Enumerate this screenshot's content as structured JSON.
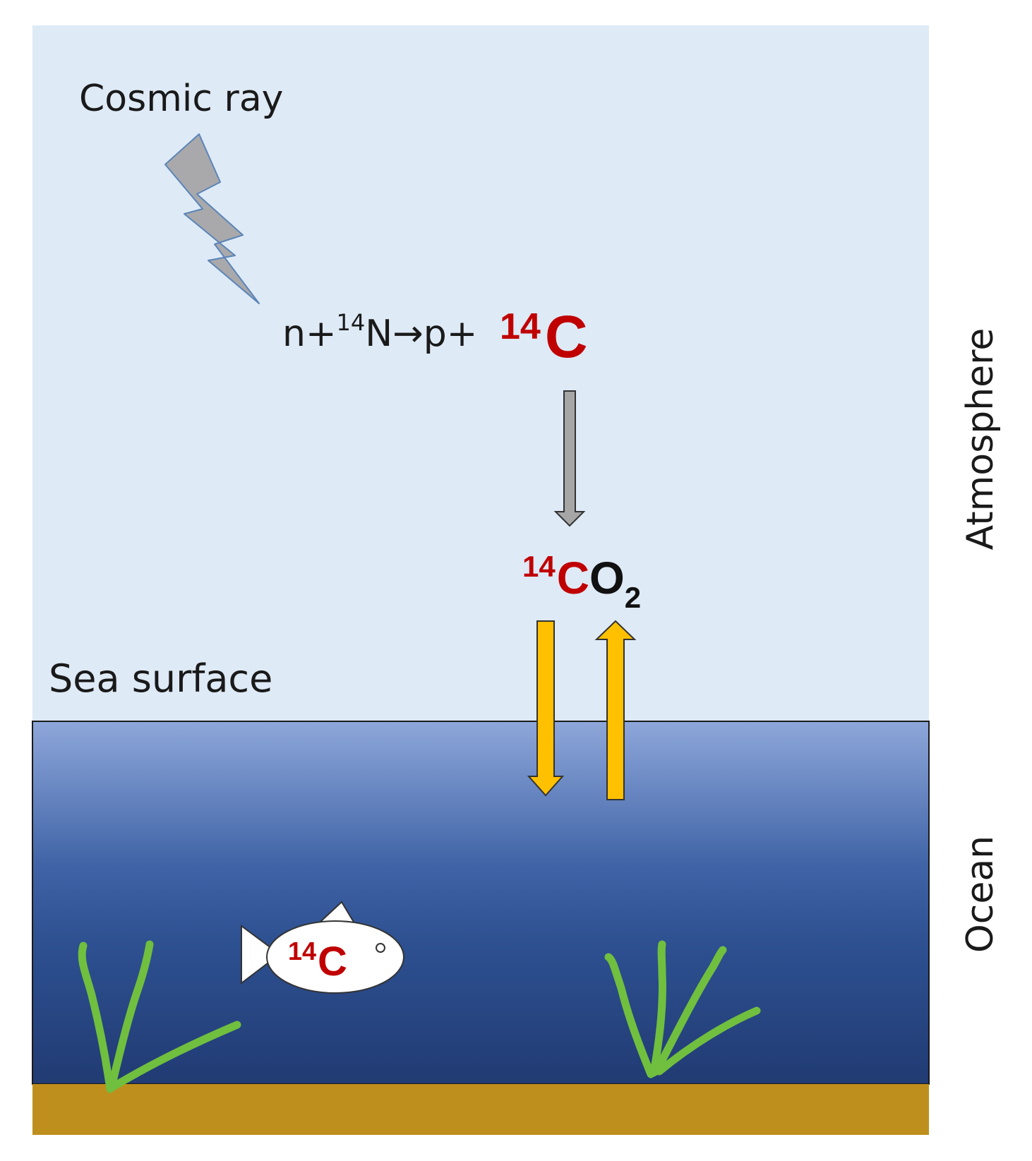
{
  "labels": {
    "cosmic_ray": "Cosmic ray",
    "sea_surface": "Sea surface",
    "atmosphere": "Atmosphere",
    "ocean": "Ocean"
  },
  "reaction": {
    "lhs_n_plus": "n+",
    "superscript_mass": "14",
    "nitrogen_arrow_p_plus": "N→p+",
    "product_mass": "14",
    "product_element": "C"
  },
  "co2": {
    "mass": "14",
    "carbon": "C",
    "oxygen": "O",
    "subscript": "2"
  },
  "fish": {
    "mass": "14",
    "element": "C"
  },
  "colors": {
    "sky": "#deeaf6",
    "ocean_top": "#8da6d8",
    "ocean_mid": "#2f5596",
    "ocean_bottom": "#213c76",
    "seabed": "#bf8f1d",
    "isotope_red": "#c00000",
    "exchange_arrow": "#ffc000",
    "decay_arrow": "#a6a6a6",
    "seaweed": "#70bf3f",
    "lightning_fill": "#a9a9ab",
    "lightning_edge": "#5b84b8"
  }
}
